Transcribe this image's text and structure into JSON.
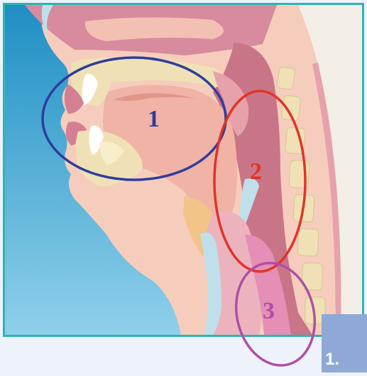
{
  "regions": [
    {
      "number": "1",
      "color": "#2e3d9c"
    },
    {
      "number": "2",
      "color": "#e03428"
    },
    {
      "number": "3",
      "color": "#b04ea6"
    }
  ],
  "figure": {
    "label": "1."
  },
  "colors": {
    "background": "#3aa6d4",
    "frame": "#2eb5b0",
    "tissue": "#f6cdbc",
    "mucosa": "#e7a1aa",
    "cavity": "#c97588",
    "bone": "#efe1b5",
    "cartilage": "#bfe0ea",
    "accent_panel": "#8fa8d6"
  }
}
